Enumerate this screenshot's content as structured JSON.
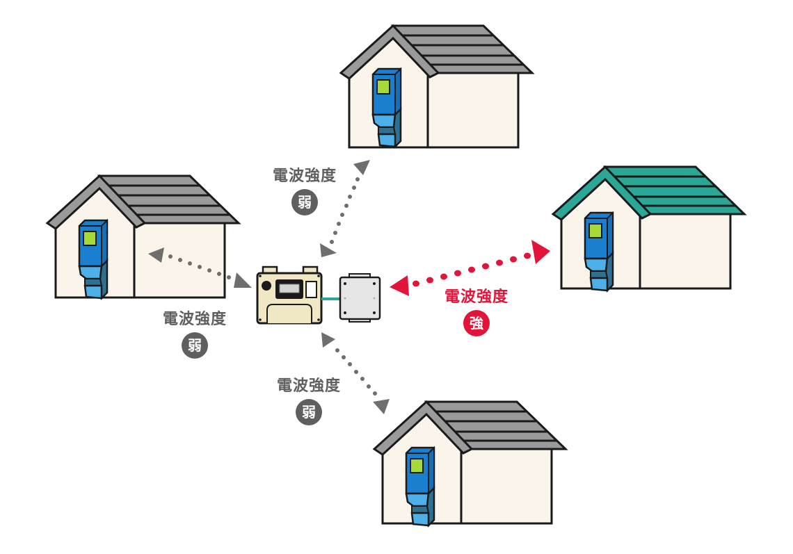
{
  "colors": {
    "weak": "#5f5f5f",
    "weak_arrow": "#6e6e6e",
    "strong": "#e3143a",
    "roof_gray": "#9a9a9a",
    "roof_teal": "#2aa796",
    "wall": "#fbf4ea",
    "outline": "#1a1a1a",
    "meter_dark_blue": "#1b7fd0",
    "meter_light_blue": "#4eb0e8",
    "meter_shade": "#2f6f8f",
    "meter_screen": "#a6d93a",
    "gas_meter_body": "#f0e8c4",
    "relay_body": "#e6e6e6",
    "cable": "#2aa796"
  },
  "houses": [
    {
      "id": "top",
      "roof": "gray"
    },
    {
      "id": "left",
      "roof": "gray"
    },
    {
      "id": "right",
      "roof": "teal"
    },
    {
      "id": "bottom",
      "roof": "gray"
    }
  ],
  "labels": {
    "top": {
      "text": "電波強度",
      "badge": "弱",
      "level": "weak"
    },
    "left": {
      "text": "電波強度",
      "badge": "弱",
      "level": "weak"
    },
    "bottom": {
      "text": "電波強度",
      "badge": "弱",
      "level": "weak"
    },
    "right": {
      "text": "電波強度",
      "badge": "強",
      "level": "strong"
    }
  },
  "devices": {
    "gas_meter": "gas-meter",
    "relay_unit": "wireless-relay-unit"
  }
}
